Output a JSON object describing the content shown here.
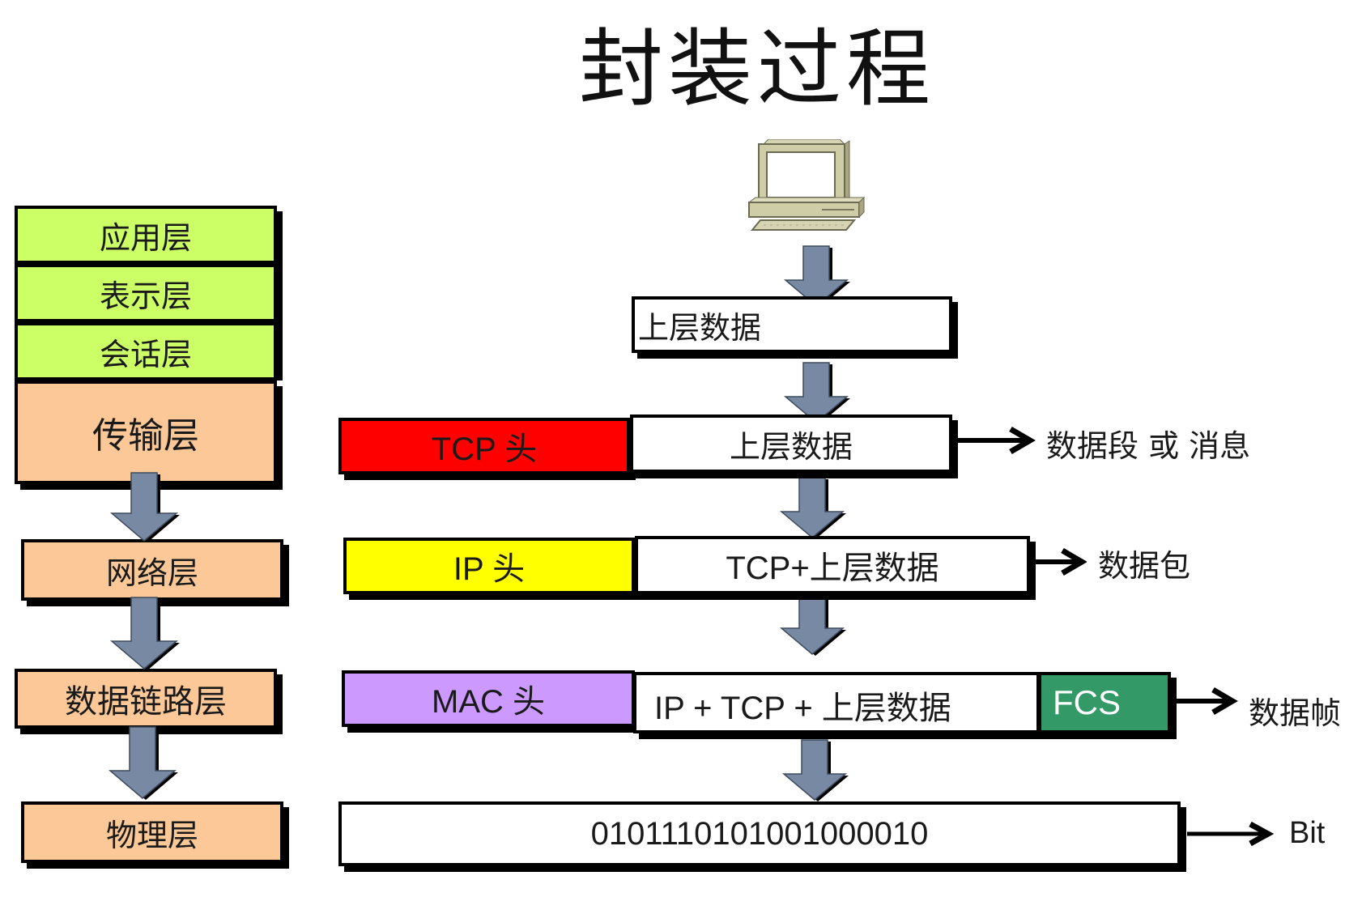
{
  "title": "封装过程",
  "osi_layers": {
    "application": "应用层",
    "presentation": "表示层",
    "session": "会话层",
    "transport": "传输层",
    "network": "网络层",
    "data_link": "数据链路层",
    "physical": "物理层"
  },
  "encapsulation": {
    "upper_data": "上层数据",
    "transport_row": {
      "header": "TCP 头",
      "payload": "上层数据",
      "pdu_name": "数据段 或 消息"
    },
    "network_row": {
      "header": "IP 头",
      "payload": "TCP+上层数据",
      "pdu_name": "数据包"
    },
    "datalink_row": {
      "header": "MAC 头",
      "payload": "IP + TCP + 上层数据",
      "trailer": "FCS",
      "pdu_name": "数据帧"
    },
    "physical_row": {
      "payload": "0101110101001000010",
      "pdu_name": "Bit"
    }
  },
  "colors": {
    "upper_layers": "#ccff66",
    "lower_layers": "#fcc897",
    "tcp_header": "#ff0000",
    "ip_header": "#ffff00",
    "mac_header": "#cc99ff",
    "fcs": "#339966",
    "flow_arrow": "#7889a3"
  },
  "icons": {
    "source_host": "computer-icon",
    "flow": "down-arrow-icon",
    "pdu_pointer": "right-arrow-icon"
  }
}
